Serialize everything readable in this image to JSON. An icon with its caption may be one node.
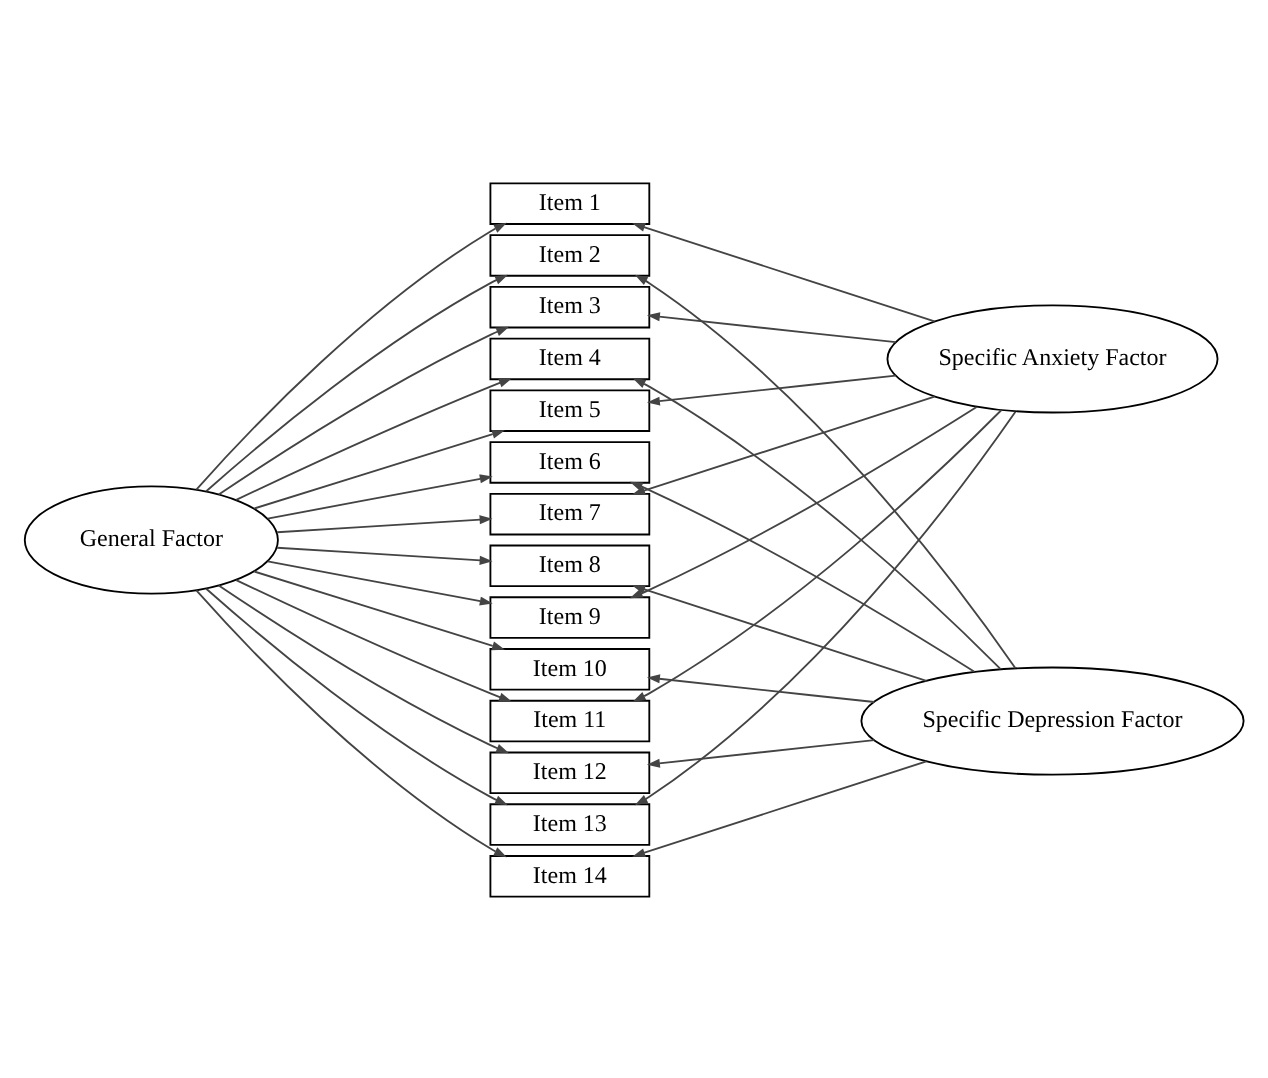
{
  "diagram": {
    "nodes": [
      {
        "text": [
          "General Factor"
        ]
      },
      {
        "text": [
          "Item 1"
        ]
      },
      {
        "text": [
          "Item 2"
        ]
      },
      {
        "text": [
          "Item 3"
        ]
      },
      {
        "text": [
          "Item 4"
        ]
      },
      {
        "text": [
          "Item 5"
        ]
      },
      {
        "text": [
          "Item 6"
        ]
      },
      {
        "text": [
          "Item 7"
        ]
      },
      {
        "text": [
          "Item 8"
        ]
      },
      {
        "text": [
          "Item 9"
        ]
      },
      {
        "text": [
          "Item 10"
        ]
      },
      {
        "text": [
          "Item 11"
        ]
      },
      {
        "text": [
          "Item 12"
        ]
      },
      {
        "text": [
          "Item 13"
        ]
      },
      {
        "text": [
          "Item 14"
        ]
      },
      {
        "text": [
          "Specific Anxiety Factor"
        ]
      },
      {
        "text": [
          "Specific Depression Factor"
        ]
      }
    ],
    "edges": [
      {
        "from": 0,
        "to": 1,
        "arrow": "to"
      },
      {
        "from": 0,
        "to": 2,
        "arrow": "to"
      },
      {
        "from": 0,
        "to": 3,
        "arrow": "to"
      },
      {
        "from": 0,
        "to": 4,
        "arrow": "to"
      },
      {
        "from": 0,
        "to": 5,
        "arrow": "to"
      },
      {
        "from": 0,
        "to": 6,
        "arrow": "to"
      },
      {
        "from": 0,
        "to": 7,
        "arrow": "to"
      },
      {
        "from": 0,
        "to": 8,
        "arrow": "to"
      },
      {
        "from": 0,
        "to": 9,
        "arrow": "to"
      },
      {
        "from": 0,
        "to": 10,
        "arrow": "to"
      },
      {
        "from": 0,
        "to": 11,
        "arrow": "to"
      },
      {
        "from": 0,
        "to": 12,
        "arrow": "to"
      },
      {
        "from": 0,
        "to": 13,
        "arrow": "to"
      },
      {
        "from": 0,
        "to": 14,
        "arrow": "to"
      },
      {
        "from": 15,
        "to": 1,
        "arrow": "to"
      },
      {
        "from": 15,
        "to": 3,
        "arrow": "to"
      },
      {
        "from": 15,
        "to": 5,
        "arrow": "to"
      },
      {
        "from": 15,
        "to": 7,
        "arrow": "to"
      },
      {
        "from": 15,
        "to": 9,
        "arrow": "to"
      },
      {
        "from": 15,
        "to": 11,
        "arrow": "to"
      },
      {
        "from": 15,
        "to": 13,
        "arrow": "to"
      },
      {
        "from": 16,
        "to": 2,
        "arrow": "to"
      },
      {
        "from": 16,
        "to": 4,
        "arrow": "to"
      },
      {
        "from": 16,
        "to": 6,
        "arrow": "to"
      },
      {
        "from": 16,
        "to": 8,
        "arrow": "to"
      },
      {
        "from": 16,
        "to": 10,
        "arrow": "to"
      },
      {
        "from": 16,
        "to": 12,
        "arrow": "to"
      },
      {
        "from": 16,
        "to": 14,
        "arrow": "to"
      }
    ]
  }
}
